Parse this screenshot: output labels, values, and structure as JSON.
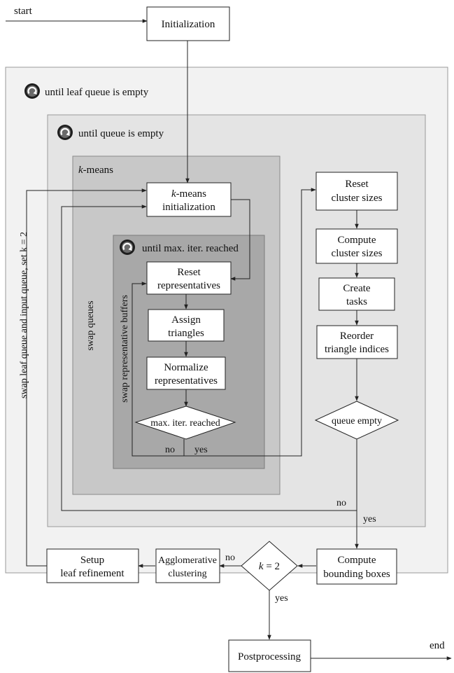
{
  "labels": {
    "start": "start",
    "end": "end",
    "loop_leaf": "until leaf queue is empty",
    "loop_queue": "until queue is empty",
    "kmeans_title_k": "k",
    "kmeans_title_rest": "-means",
    "loop_iter": "until max. iter. reached",
    "swap_outer": "swap leaf queue and input queue, set k = 2",
    "swap_queues": "swap queues",
    "swap_repr": "swap representative buffers",
    "edge_no_inner": "no",
    "edge_yes_inner": "yes",
    "edge_no_queue": "no",
    "edge_yes_queue": "yes",
    "edge_no_k": "no",
    "edge_yes_k": "yes"
  },
  "nodes": {
    "initialization": [
      "Initialization"
    ],
    "kmeans_init": [
      "k-means",
      "initialization"
    ],
    "reset_representatives": [
      "Reset",
      "representatives"
    ],
    "assign_triangles": [
      "Assign",
      "triangles"
    ],
    "normalize_representatives": [
      "Normalize",
      "representatives"
    ],
    "max_iter_reached": [
      "max. iter. reached"
    ],
    "reset_cluster_sizes": [
      "Reset",
      "cluster sizes"
    ],
    "compute_cluster_sizes": [
      "Compute",
      "cluster sizes"
    ],
    "create_tasks": [
      "Create",
      "tasks"
    ],
    "reorder_triangle_indices": [
      "Reorder",
      "triangle indices"
    ],
    "queue_empty": [
      "queue empty"
    ],
    "compute_bounding_boxes": [
      "Compute",
      "bounding boxes"
    ],
    "k_equals_2": [
      "k = 2"
    ],
    "agglomerative_clustering": [
      "Agglomerative",
      "clustering"
    ],
    "setup_leaf_refinement": [
      "Setup",
      "leaf refinement"
    ],
    "postprocessing": [
      "Postprocessing"
    ]
  },
  "colors": {
    "loop_leaf_bg": "#f2f2f2",
    "loop_queue_bg": "#e4e4e4",
    "kmeans_bg": "#c8c8c8",
    "loop_iter_bg": "#a8a8a8",
    "line": "#222222",
    "node_fill": "#ffffff"
  },
  "icons": {
    "loop": "cycle-icon"
  }
}
